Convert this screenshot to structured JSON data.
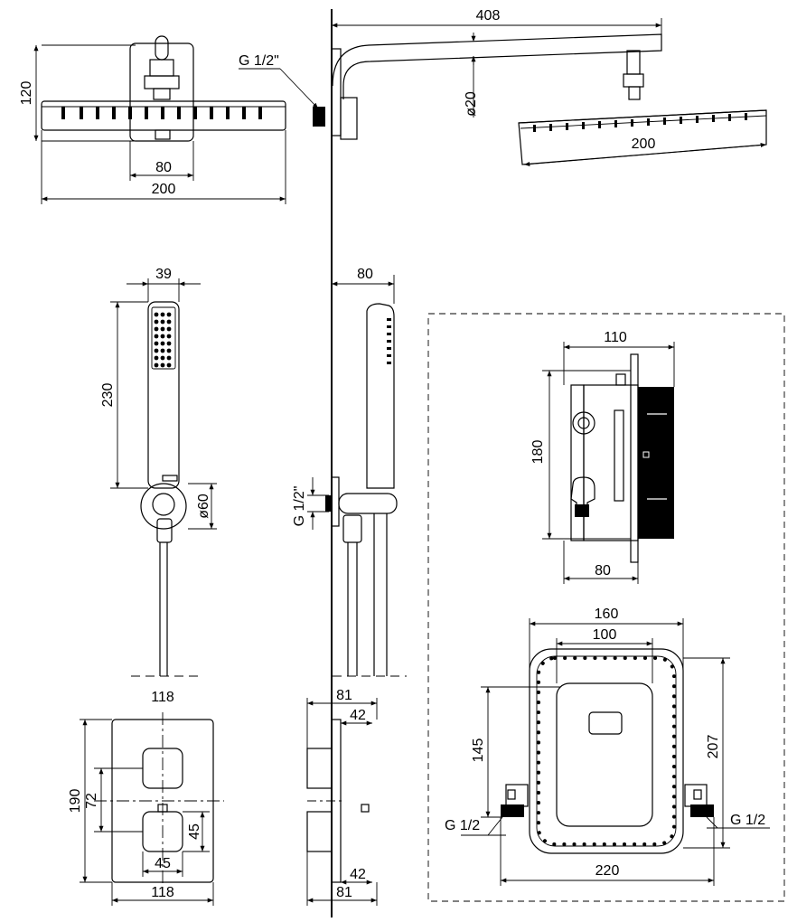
{
  "overhead_front": {
    "height": "120",
    "mount_width": "80",
    "head_width": "200",
    "thread": "G 1/2\""
  },
  "overhead_side": {
    "arm_length": "408",
    "arm_diameter": "ø20",
    "head_width": "200"
  },
  "hand_shower_front": {
    "width": "39",
    "length": "230",
    "holder_diameter": "ø60"
  },
  "hand_shower_side": {
    "projection": "80",
    "thread": "G 1/2\""
  },
  "mixer_front": {
    "height": "190",
    "width_top": "118",
    "knob_spacing": "72",
    "knob_size_v": "45",
    "knob_size_h": "45",
    "width_bottom": "118"
  },
  "mixer_side": {
    "depth_top": "81",
    "knob_depth_top": "42",
    "knob_depth_bottom": "42",
    "depth_bottom": "81"
  },
  "box_side": {
    "width": "110",
    "height": "180",
    "depth": "80"
  },
  "box_front": {
    "frame_width": "160",
    "inner_width": "100",
    "height_left": "145",
    "height_right": "207",
    "thread_left": "G 1/2",
    "thread_right": "G 1/2",
    "total_width": "220"
  }
}
